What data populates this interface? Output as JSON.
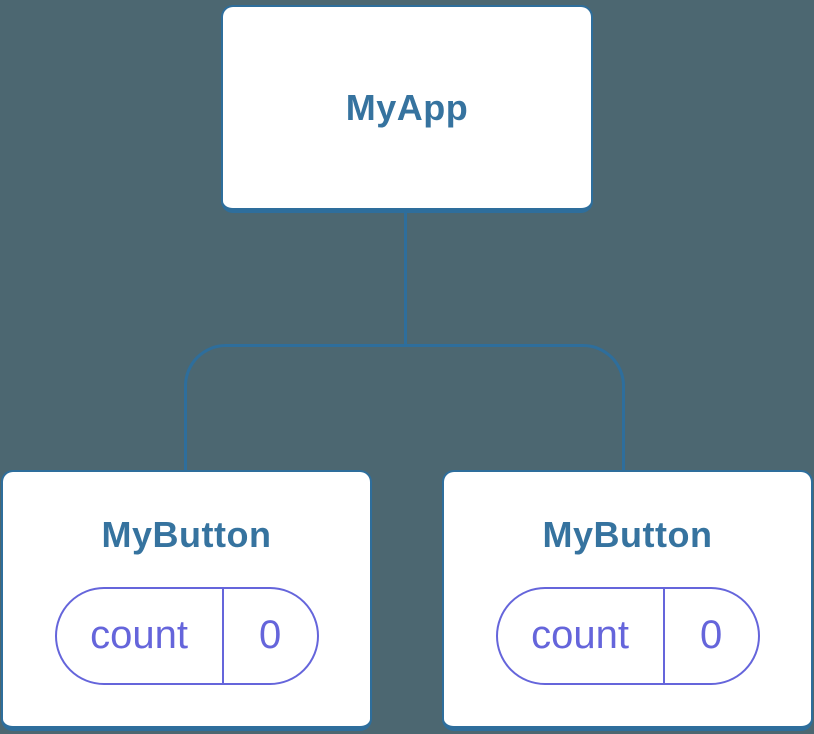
{
  "colors": {
    "background": "#4C6771",
    "connector_blue": "#2E6E9C",
    "node_title_blue": "#36739F",
    "state_purple": "#6565DB",
    "node_fill": "#ffffff"
  },
  "tree": {
    "root": {
      "label": "MyApp"
    },
    "children": [
      {
        "label": "MyButton",
        "state": {
          "key": "count",
          "value": "0"
        }
      },
      {
        "label": "MyButton",
        "state": {
          "key": "count",
          "value": "0"
        }
      }
    ]
  }
}
